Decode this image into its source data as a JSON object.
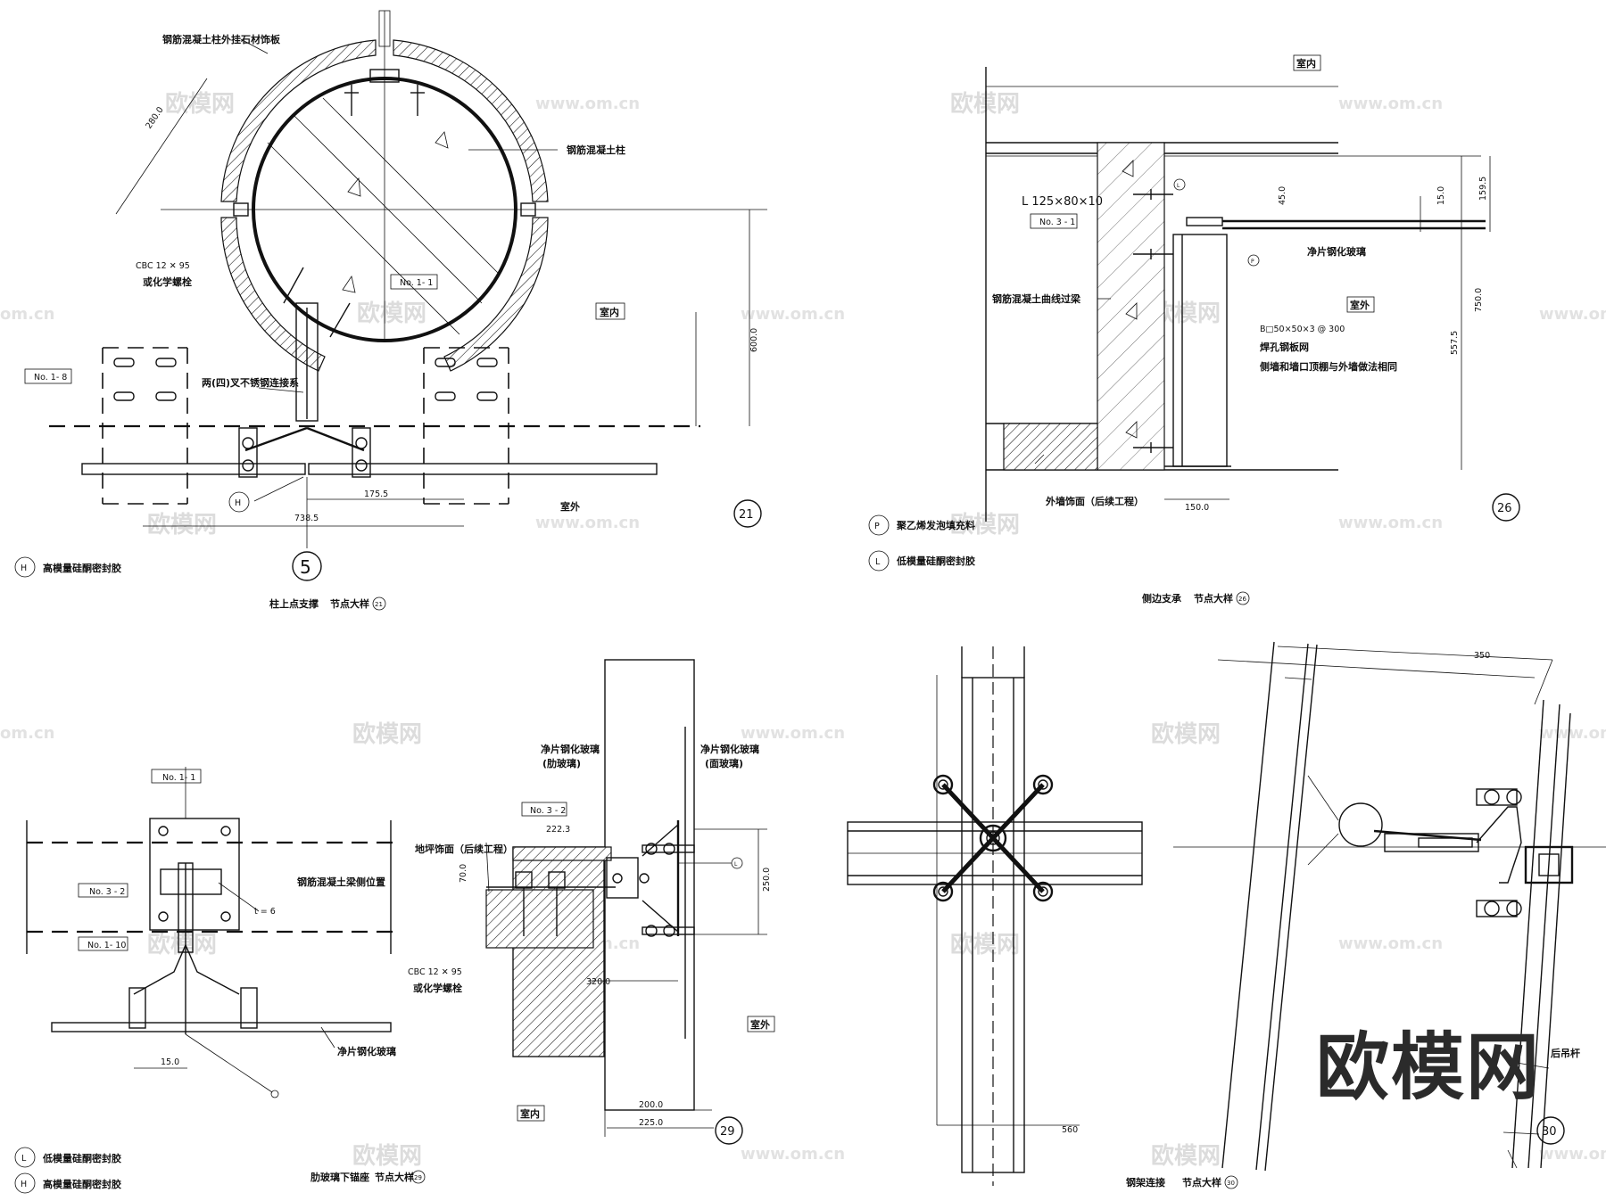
{
  "watermark": {
    "cn": "欧模网",
    "url": "www.om.cn",
    "url_short": "om.cn",
    "logo": "欧模网"
  },
  "d21": {
    "labels": {
      "stone_cladding": "钢筋混凝土柱外挂石材饰板",
      "rc_column": "钢筋混凝土柱",
      "cbc_spec": "CBC   12 ✕   95",
      "anchor": "或化学螺栓",
      "tag_no11": "No. 1- 1",
      "tag_no18": "No. 1- 8",
      "steel_conn": "两(四)叉不锈钢连接系",
      "indoor": "室内",
      "outdoor": "室外",
      "h_symbol": "H",
      "axis": "5",
      "detail_no": "21",
      "dim_280": "280.0",
      "dim_600": "600.0",
      "dim_175": "175.5",
      "dim_738": "738.5"
    },
    "legend_h": "高模量硅酮密封胶",
    "caption_a": "柱上点支撑",
    "caption_b": "节点大样",
    "caption_no": "21"
  },
  "d26": {
    "labels": {
      "indoor_top": "室内",
      "angle": "L 125×80×10",
      "tag_no31": "No. 3 - 1",
      "rc_lintel": "钢筋混凝土曲线过梁",
      "glass": "净片钢化玻璃",
      "outdoor": "室外",
      "tube": "B□50×50×3  @ 300",
      "grid": "焊孔钢板网",
      "note": "侧墙和墙口顶棚与外墙做法相同",
      "finish": "外墙饰面（后续工程）",
      "l_symbol": "L",
      "p_symbol": "P",
      "dim_45": "45.0",
      "dim_15": "15.0",
      "dim_1595": "159.5",
      "dim_5575": "557.5",
      "dim_750": "750.0",
      "dim_150": "150.0",
      "detail_no": "26"
    },
    "legend_p": "聚乙烯发泡填充料",
    "legend_l": "低模量硅酮密封胶",
    "caption_a": "侧边支承",
    "caption_b": "节点大样",
    "caption_no": "26"
  },
  "d29": {
    "labels": {
      "tag_no11": "No. 1- 1",
      "tag_no32": "No. 3 - 2",
      "tag_no110": "No. 1- 10",
      "beam_pos": "钢筋混凝土梁侧位置",
      "t6": "t = 6",
      "dim_15": "15.0",
      "glass_bottom": "净片钢化玻璃",
      "glass_fin": "净片钢化玻璃",
      "fin_sub": "(肋玻璃)",
      "glass_face": "净片钢化玻璃",
      "face_sub": "(面玻璃)",
      "tag_no32b": "No. 3 - 2",
      "dim_2223": "222.3",
      "floor_finish": "地坪饰面（后续工程）",
      "dim_70": "70.0",
      "cbc_spec": "CBC   12 ✕   95",
      "anchor": "或化学螺栓",
      "dim_320": "320.0",
      "dim_250": "250.0",
      "l_symbol": "L",
      "outdoor": "室外",
      "indoor": "室内",
      "dim_200": "200.0",
      "dim_225": "225.0",
      "detail_no": "29"
    },
    "legend_l": "低模量硅酮密封胶",
    "legend_h": "高模量硅酮密封胶",
    "legend_l_sym": "L",
    "legend_h_sym": "H",
    "caption_a": "肋玻璃下锚座",
    "caption_b": "节点大样",
    "caption_no": "29"
  },
  "d30": {
    "labels": {
      "dim_top": "350",
      "dim_bottom": "560",
      "rod": "后吊杆",
      "detail_no": "30"
    },
    "caption_a": "钢架连接",
    "caption_b": "节点大样",
    "caption_no": "30"
  }
}
